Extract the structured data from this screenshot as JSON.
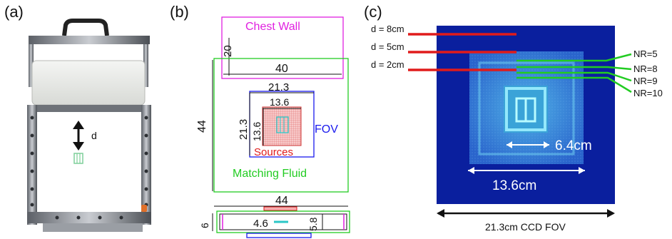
{
  "panels": {
    "a": {
      "label": "(a)",
      "distance_label": "d"
    },
    "b": {
      "label": "(b)",
      "chest_wall": "Chest Wall",
      "dim_20": "20",
      "dim_40": "40",
      "dim_44_vertical": "44",
      "dim_21_3_top": "21.3",
      "dim_13_6_top": "13.6",
      "dim_21_3_left": "21.3",
      "dim_13_6_left": "13.6",
      "fov": "FOV",
      "sources": "Sources",
      "matching_fluid": "Matching Fluid",
      "dim_44_bottom": "44",
      "dim_6": "6",
      "dim_4_6": "4.6",
      "dim_5_8": "5.8"
    },
    "c": {
      "label": "(c)",
      "depth_labels": [
        "d = 8cm",
        "d = 5cm",
        "d = 2cm"
      ],
      "nr_labels": [
        "NR=5",
        "NR=8",
        "NR=9",
        "NR=10"
      ],
      "inner_width": "6.4cm",
      "mid_width": "13.6cm",
      "ccd_fov": "21.3cm CCD FOV"
    }
  },
  "colors": {
    "magenta": "#e020e0",
    "green": "#22cc22",
    "blue": "#1a1aee",
    "red": "#e01b1b",
    "navy": "#0a1f9e"
  }
}
